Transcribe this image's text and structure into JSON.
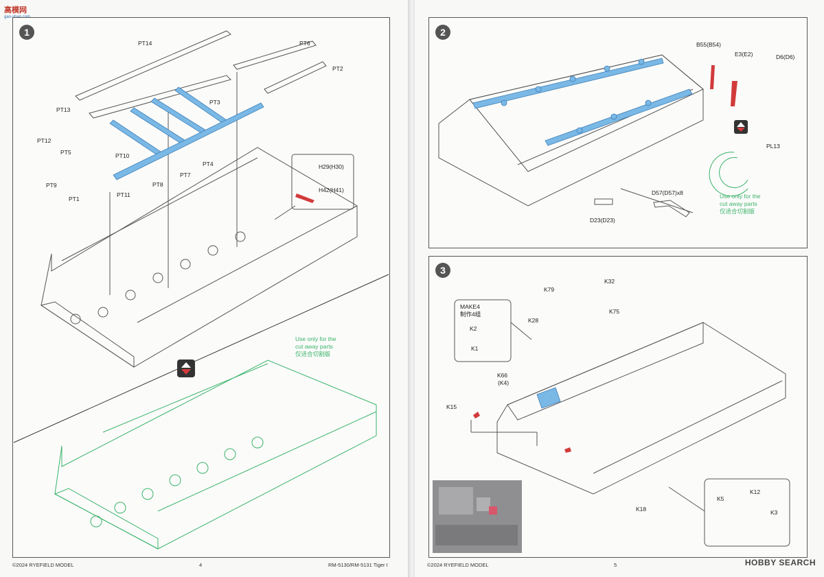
{
  "watermark": {
    "text": "高模网",
    "sub": "gao-shan.com"
  },
  "left_page": {
    "step": "1",
    "labels": [
      "PT14",
      "PT6",
      "PT2",
      "PT3",
      "PT13",
      "PT12",
      "PT5",
      "PT10",
      "PT4",
      "PT7",
      "PT8",
      "PT11",
      "PT9",
      "PT1",
      "H29(H30)",
      "H42(H41)"
    ],
    "note": [
      "Use only for the",
      "cut away parts",
      "仅适合切割版"
    ],
    "footer_left": "©2024 RYEFIELD MODEL",
    "page_number": "4",
    "footer_right": "RM-5130/RM-5131 Tiger I"
  },
  "right_page": {
    "step2": "2",
    "step2_labels": [
      "B55(B54)",
      "E3(E2)",
      "D6(D6)",
      "PL13",
      "D57(D57)x8",
      "D23(D23)"
    ],
    "step2_note": [
      "Use only for the",
      "cut away parts",
      "仅适合切割版"
    ],
    "step3": "3",
    "step3_labels": [
      "K32",
      "K79",
      "K75",
      "K28",
      "K2",
      "K1",
      "K66",
      "(K4)",
      "K15",
      "K18",
      "K5",
      "K12",
      "K3"
    ],
    "make_note": [
      "MAKE4",
      "制作4组"
    ],
    "footer_left": "©2024 RYEFIELD MODEL",
    "page_number": "5",
    "brand": "HOBBY SEARCH"
  },
  "colors": {
    "part_blue": "#7ab8e6",
    "cutaway_green": "#3bb36a",
    "badge": "#555555",
    "accent_red": "#d23b3b"
  }
}
